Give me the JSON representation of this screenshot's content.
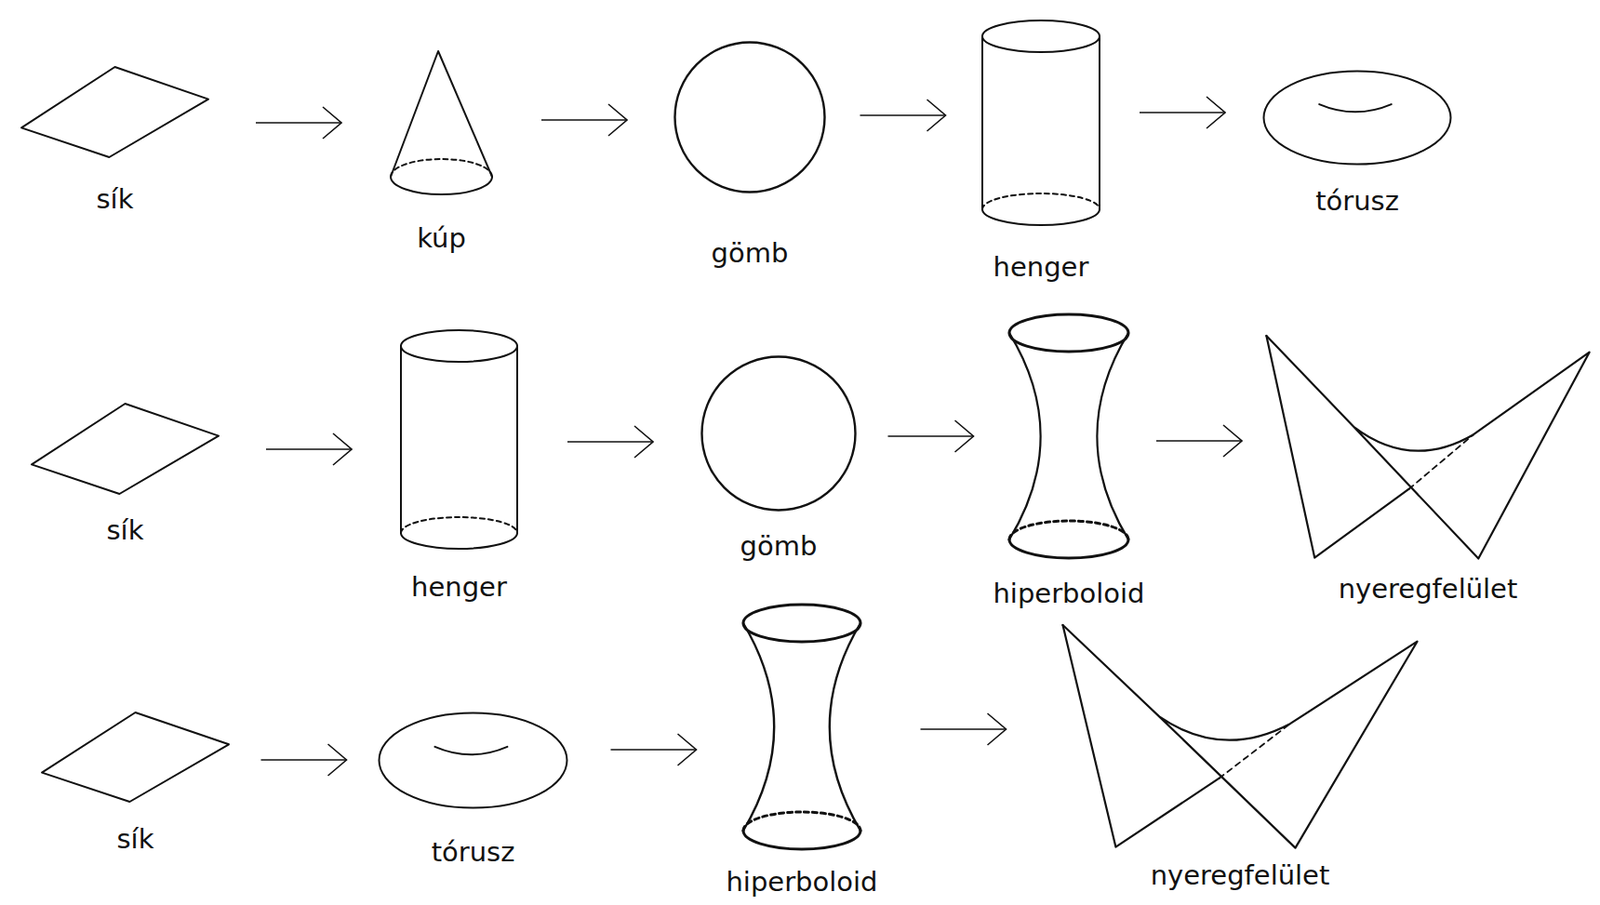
{
  "diagram": {
    "nodes": [
      {
        "text": [
          "sík"
        ]
      },
      {
        "text": [
          "kúp"
        ]
      },
      {
        "text": [
          "gömb"
        ]
      },
      {
        "text": [
          "henger"
        ]
      },
      {
        "text": [
          "tórusz"
        ]
      },
      {
        "text": [
          "sík"
        ]
      },
      {
        "text": [
          "henger"
        ]
      },
      {
        "text": [
          "gömb"
        ]
      },
      {
        "text": [
          "hiperboloid"
        ]
      },
      {
        "text": [
          "nyeregfelület"
        ]
      },
      {
        "text": [
          "sík"
        ]
      },
      {
        "text": [
          "tórusz"
        ]
      },
      {
        "text": [
          "hiperboloid"
        ]
      },
      {
        "text": [
          "nyeregfelület"
        ]
      }
    ],
    "edges": [
      {
        "from": 0,
        "to": 1,
        "arrow": "to"
      },
      {
        "from": 1,
        "to": 2,
        "arrow": "to"
      },
      {
        "from": 2,
        "to": 3,
        "arrow": "to"
      },
      {
        "from": 3,
        "to": 4,
        "arrow": "to"
      },
      {
        "from": 5,
        "to": 6,
        "arrow": "to"
      },
      {
        "from": 6,
        "to": 7,
        "arrow": "to"
      },
      {
        "from": 7,
        "to": 8,
        "arrow": "to"
      },
      {
        "from": 8,
        "to": 9,
        "arrow": "to"
      },
      {
        "from": 10,
        "to": 11,
        "arrow": "to"
      },
      {
        "from": 11,
        "to": 12,
        "arrow": "to"
      },
      {
        "from": 12,
        "to": 13,
        "arrow": "to"
      }
    ]
  }
}
